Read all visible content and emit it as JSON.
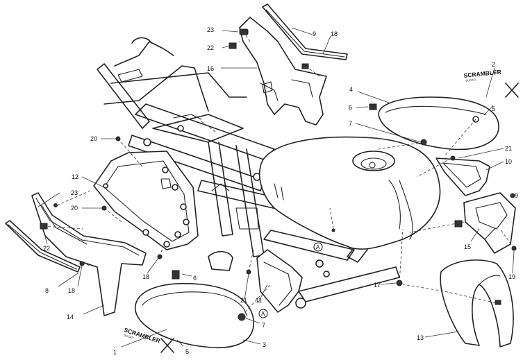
{
  "callouts": {
    "c1": "1",
    "c2": "2",
    "c3": "3",
    "c4": "4",
    "c5": "5",
    "c6a": "6",
    "c6b": "6",
    "c7a": "7",
    "c7b": "7",
    "c8": "8",
    "c9a": "9",
    "c9b": "9",
    "c10": "10",
    "c11": "11",
    "c12": "12",
    "c13": "13",
    "c14": "14",
    "c15": "15",
    "c16": "16",
    "c17": "17",
    "c18a": "18",
    "c18b": "18",
    "c18c": "18",
    "c19": "19",
    "c20a": "20",
    "c20b": "20",
    "c21a": "21",
    "c21b": "21",
    "c22a": "22",
    "c22b": "22",
    "c23a": "23",
    "c23b": "23"
  },
  "markers": {
    "a1": "A",
    "a2": "A"
  },
  "logos": {
    "top": {
      "brand": "SCRAMBLER",
      "sub": "DUCATI"
    },
    "bottom": {
      "brand": "SCRAMBLER",
      "sub": "DUCATI"
    }
  }
}
